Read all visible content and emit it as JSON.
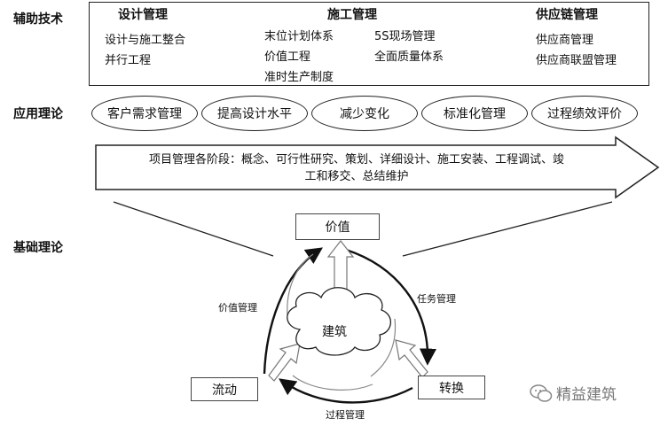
{
  "sections": {
    "support_tech": "辅助技术",
    "applied_theory": "应用理论",
    "basic_theory": "基础理论"
  },
  "tech": {
    "design": {
      "title": "设计管理",
      "items": [
        "设计与施工整合",
        "并行工程"
      ]
    },
    "construction": {
      "title": "施工管理",
      "items_left": [
        "末位计划体系",
        "价值工程",
        "准时生产制度"
      ],
      "items_right": [
        "5S现场管理",
        "全面质量体系"
      ]
    },
    "supply": {
      "title": "供应链管理",
      "items": [
        "供应商管理",
        "供应商联盟管理"
      ]
    }
  },
  "ovals": [
    "客户需求管理",
    "提高设计水平",
    "减少变化",
    "标准化管理",
    "过程绩效评价"
  ],
  "arrow_text": {
    "line1": "项目管理各阶段：概念、可行性研究、策划、详细设计、施工安装、工程调试、竣",
    "line2": "工和移交、总结维护"
  },
  "cycle": {
    "value": "价值",
    "flow": "流动",
    "transform": "转换",
    "center": "建筑",
    "value_mgmt": "价值管理",
    "task_mgmt": "任务管理",
    "process_mgmt": "过程管理"
  },
  "watermark": {
    "icon": "wechat-icon",
    "text": "精益建筑"
  }
}
